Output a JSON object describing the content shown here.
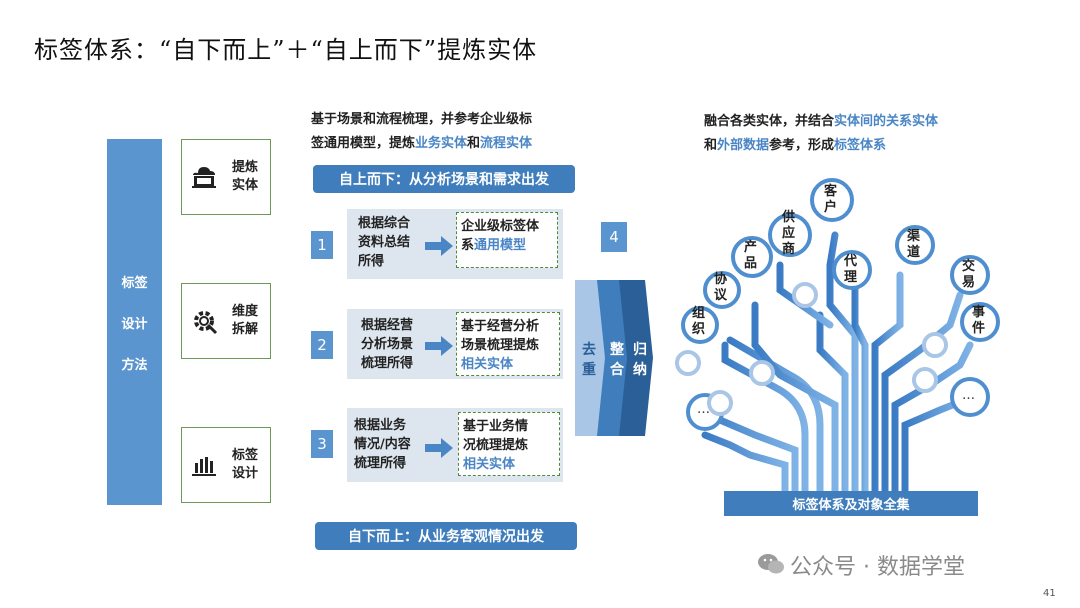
{
  "title": "标签体系：“自下而上”＋“自上而下”提炼实体",
  "side_title": [
    "标签",
    "设计",
    "方法"
  ],
  "steps": [
    {
      "label": "提炼实体",
      "icon": "cloud-computer-icon"
    },
    {
      "label": "维度拆解",
      "icon": "gear-wrench-icon"
    },
    {
      "label": "标签设计",
      "icon": "bar-chart-icon"
    }
  ],
  "intro": {
    "line1": "基于场景和流程梳理，并参考企业级标",
    "line2_a": "签通用模型，提炼",
    "line2_b": "业务实体",
    "line2_c": "和",
    "line2_d": "流程实体"
  },
  "top_pill": "自上而下：从分析场景和需求出发",
  "bottom_pill": "自下而上：从业务客观情况出发",
  "rows": [
    {
      "num": "1",
      "source": [
        "根据综合",
        "资料总结",
        "所得"
      ],
      "result": [
        "企业级标签体",
        "系"
      ],
      "result_hl": "通用模型"
    },
    {
      "num": "2",
      "source": [
        "根据经营",
        "分析场景",
        "梳理所得"
      ],
      "result": [
        "基于经营分析",
        "场景梳理提炼"
      ],
      "result_hl": "相关实体"
    },
    {
      "num": "3",
      "source": [
        "根据业务",
        "情况/内容",
        "梳理所得"
      ],
      "result": [
        "基于业务情",
        "况梳理提炼"
      ],
      "result_hl": "相关实体"
    }
  ],
  "step4": "4",
  "chevrons": [
    "去重",
    "整合",
    "归纳"
  ],
  "right_intro": {
    "a": "融合各类实体，并结合",
    "b": "实体间的关系实体",
    "c": "和",
    "d": "外部数据",
    "e": "参考，形成",
    "f": "标签体系"
  },
  "tree_nodes": [
    "组织",
    "协议",
    "产品",
    "供应商",
    "客户",
    "代理",
    "渠道",
    "交易",
    "事件",
    "…",
    "…"
  ],
  "bottom_box": "标签体系及对象全集",
  "watermark": "公众号 · 数据学堂",
  "page_number": "41",
  "colors": {
    "primary": "#3f7dbc",
    "light": "#5b95cf",
    "pale": "#dde6ef",
    "dash": "#4c8a3c",
    "tree": "#4f8fd0"
  }
}
